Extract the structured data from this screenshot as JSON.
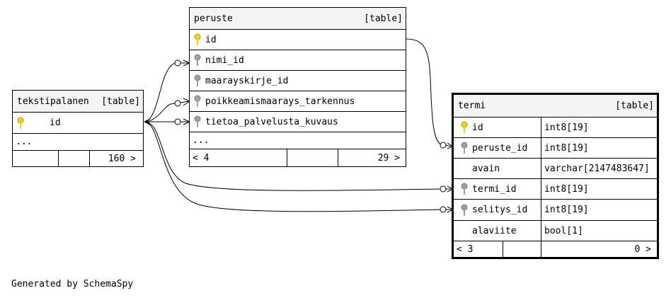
{
  "tables": {
    "tekstipalanen": {
      "name": "tekstipalanen",
      "type": "[table]",
      "columns": [
        {
          "name": "id",
          "key": "primary"
        }
      ],
      "more": "...",
      "footer": {
        "parents": "",
        "children": "160 >"
      }
    },
    "peruste": {
      "name": "peruste",
      "type": "[table]",
      "columns": [
        {
          "name": "id",
          "key": "primary"
        },
        {
          "name": "nimi_id",
          "key": "foreign"
        },
        {
          "name": "maarayskirje_id",
          "key": "foreign"
        },
        {
          "name": "poikkeamismaarays_tarkennus",
          "key": "foreign"
        },
        {
          "name": "tietoa_palvelusta_kuvaus",
          "key": "foreign"
        }
      ],
      "more": "...",
      "footer": {
        "parents": "< 4",
        "children": "29 >"
      }
    },
    "termi": {
      "name": "termi",
      "type": "[table]",
      "columns": [
        {
          "name": "id",
          "type": "int8[19]",
          "key": "primary"
        },
        {
          "name": "peruste_id",
          "type": "int8[19]",
          "key": "foreign"
        },
        {
          "name": "avain",
          "type": "varchar[2147483647]",
          "key": "none"
        },
        {
          "name": "termi_id",
          "type": "int8[19]",
          "key": "foreign"
        },
        {
          "name": "selitys_id",
          "type": "int8[19]",
          "key": "foreign"
        },
        {
          "name": "alaviite",
          "type": "bool[1]",
          "key": "none"
        }
      ],
      "footer": {
        "parents": "< 3",
        "children": "0 >"
      }
    }
  },
  "colors": {
    "primary_key": "#f2d01c",
    "foreign_key": "#a0a0a0",
    "header_bg": "#f4f4f4",
    "line": "#000000"
  },
  "footer_text": "Generated by SchemaSpy"
}
